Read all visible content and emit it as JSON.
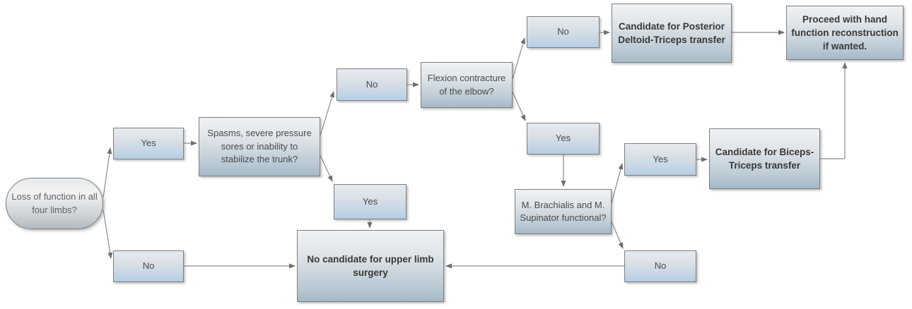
{
  "diagram_type": "flowchart",
  "nodes": {
    "start": {
      "label": "Loss of function in all four limbs?",
      "shape": "terminator"
    },
    "yes1": {
      "label": "Yes",
      "shape": "process"
    },
    "no1": {
      "label": "No",
      "shape": "process"
    },
    "spasms": {
      "label": "Spasms, severe pressure sores or inability to stabilize the trunk?",
      "shape": "process"
    },
    "no2": {
      "label": "No",
      "shape": "process"
    },
    "yes2": {
      "label": "Yes",
      "shape": "process"
    },
    "flexion": {
      "label": "Flexion contracture of the elbow?",
      "shape": "process"
    },
    "no3": {
      "label": "No",
      "shape": "process"
    },
    "yes3": {
      "label": "Yes",
      "shape": "process"
    },
    "posterior": {
      "label": "Candidate for Posterior Deltoid-Triceps transfer",
      "shape": "process",
      "emphasis": "bold"
    },
    "proceed": {
      "label": "Proceed with hand function reconstruction if wanted.",
      "shape": "process",
      "emphasis": "bold"
    },
    "brachialis": {
      "label": "M. Brachialis and M. Supinator functional?",
      "shape": "process"
    },
    "yes4": {
      "label": "Yes",
      "shape": "process"
    },
    "biceps": {
      "label": "Candidate for Biceps-Triceps transfer",
      "shape": "process",
      "emphasis": "bold"
    },
    "no4": {
      "label": "No",
      "shape": "process"
    },
    "nocand": {
      "label": "No candidate for upper limb surgery",
      "shape": "process",
      "emphasis": "bold"
    }
  },
  "edges": [
    {
      "from": "start",
      "to": "yes1"
    },
    {
      "from": "start",
      "to": "no1"
    },
    {
      "from": "yes1",
      "to": "spasms"
    },
    {
      "from": "spasms",
      "to": "no2"
    },
    {
      "from": "spasms",
      "to": "yes2"
    },
    {
      "from": "no2",
      "to": "flexion"
    },
    {
      "from": "flexion",
      "to": "no3"
    },
    {
      "from": "flexion",
      "to": "yes3"
    },
    {
      "from": "no3",
      "to": "posterior"
    },
    {
      "from": "posterior",
      "to": "proceed"
    },
    {
      "from": "yes3",
      "to": "brachialis"
    },
    {
      "from": "brachialis",
      "to": "yes4"
    },
    {
      "from": "brachialis",
      "to": "no4"
    },
    {
      "from": "yes4",
      "to": "biceps"
    },
    {
      "from": "biceps",
      "to": "proceed"
    },
    {
      "from": "yes2",
      "to": "nocand"
    },
    {
      "from": "no1",
      "to": "nocand"
    },
    {
      "from": "no4",
      "to": "nocand"
    }
  ],
  "colors": {
    "background": "#ffffff",
    "node_border": "#7f7f7f",
    "node_fill_top": "#f0f2f4",
    "node_fill_bottom": "#a5b9c7",
    "small_node_fill_bottom": "#b4cde4",
    "connector": "#808080",
    "arrowhead": "#6e6e6e",
    "text": "#4a4a4a",
    "bold_text": "#383838"
  }
}
